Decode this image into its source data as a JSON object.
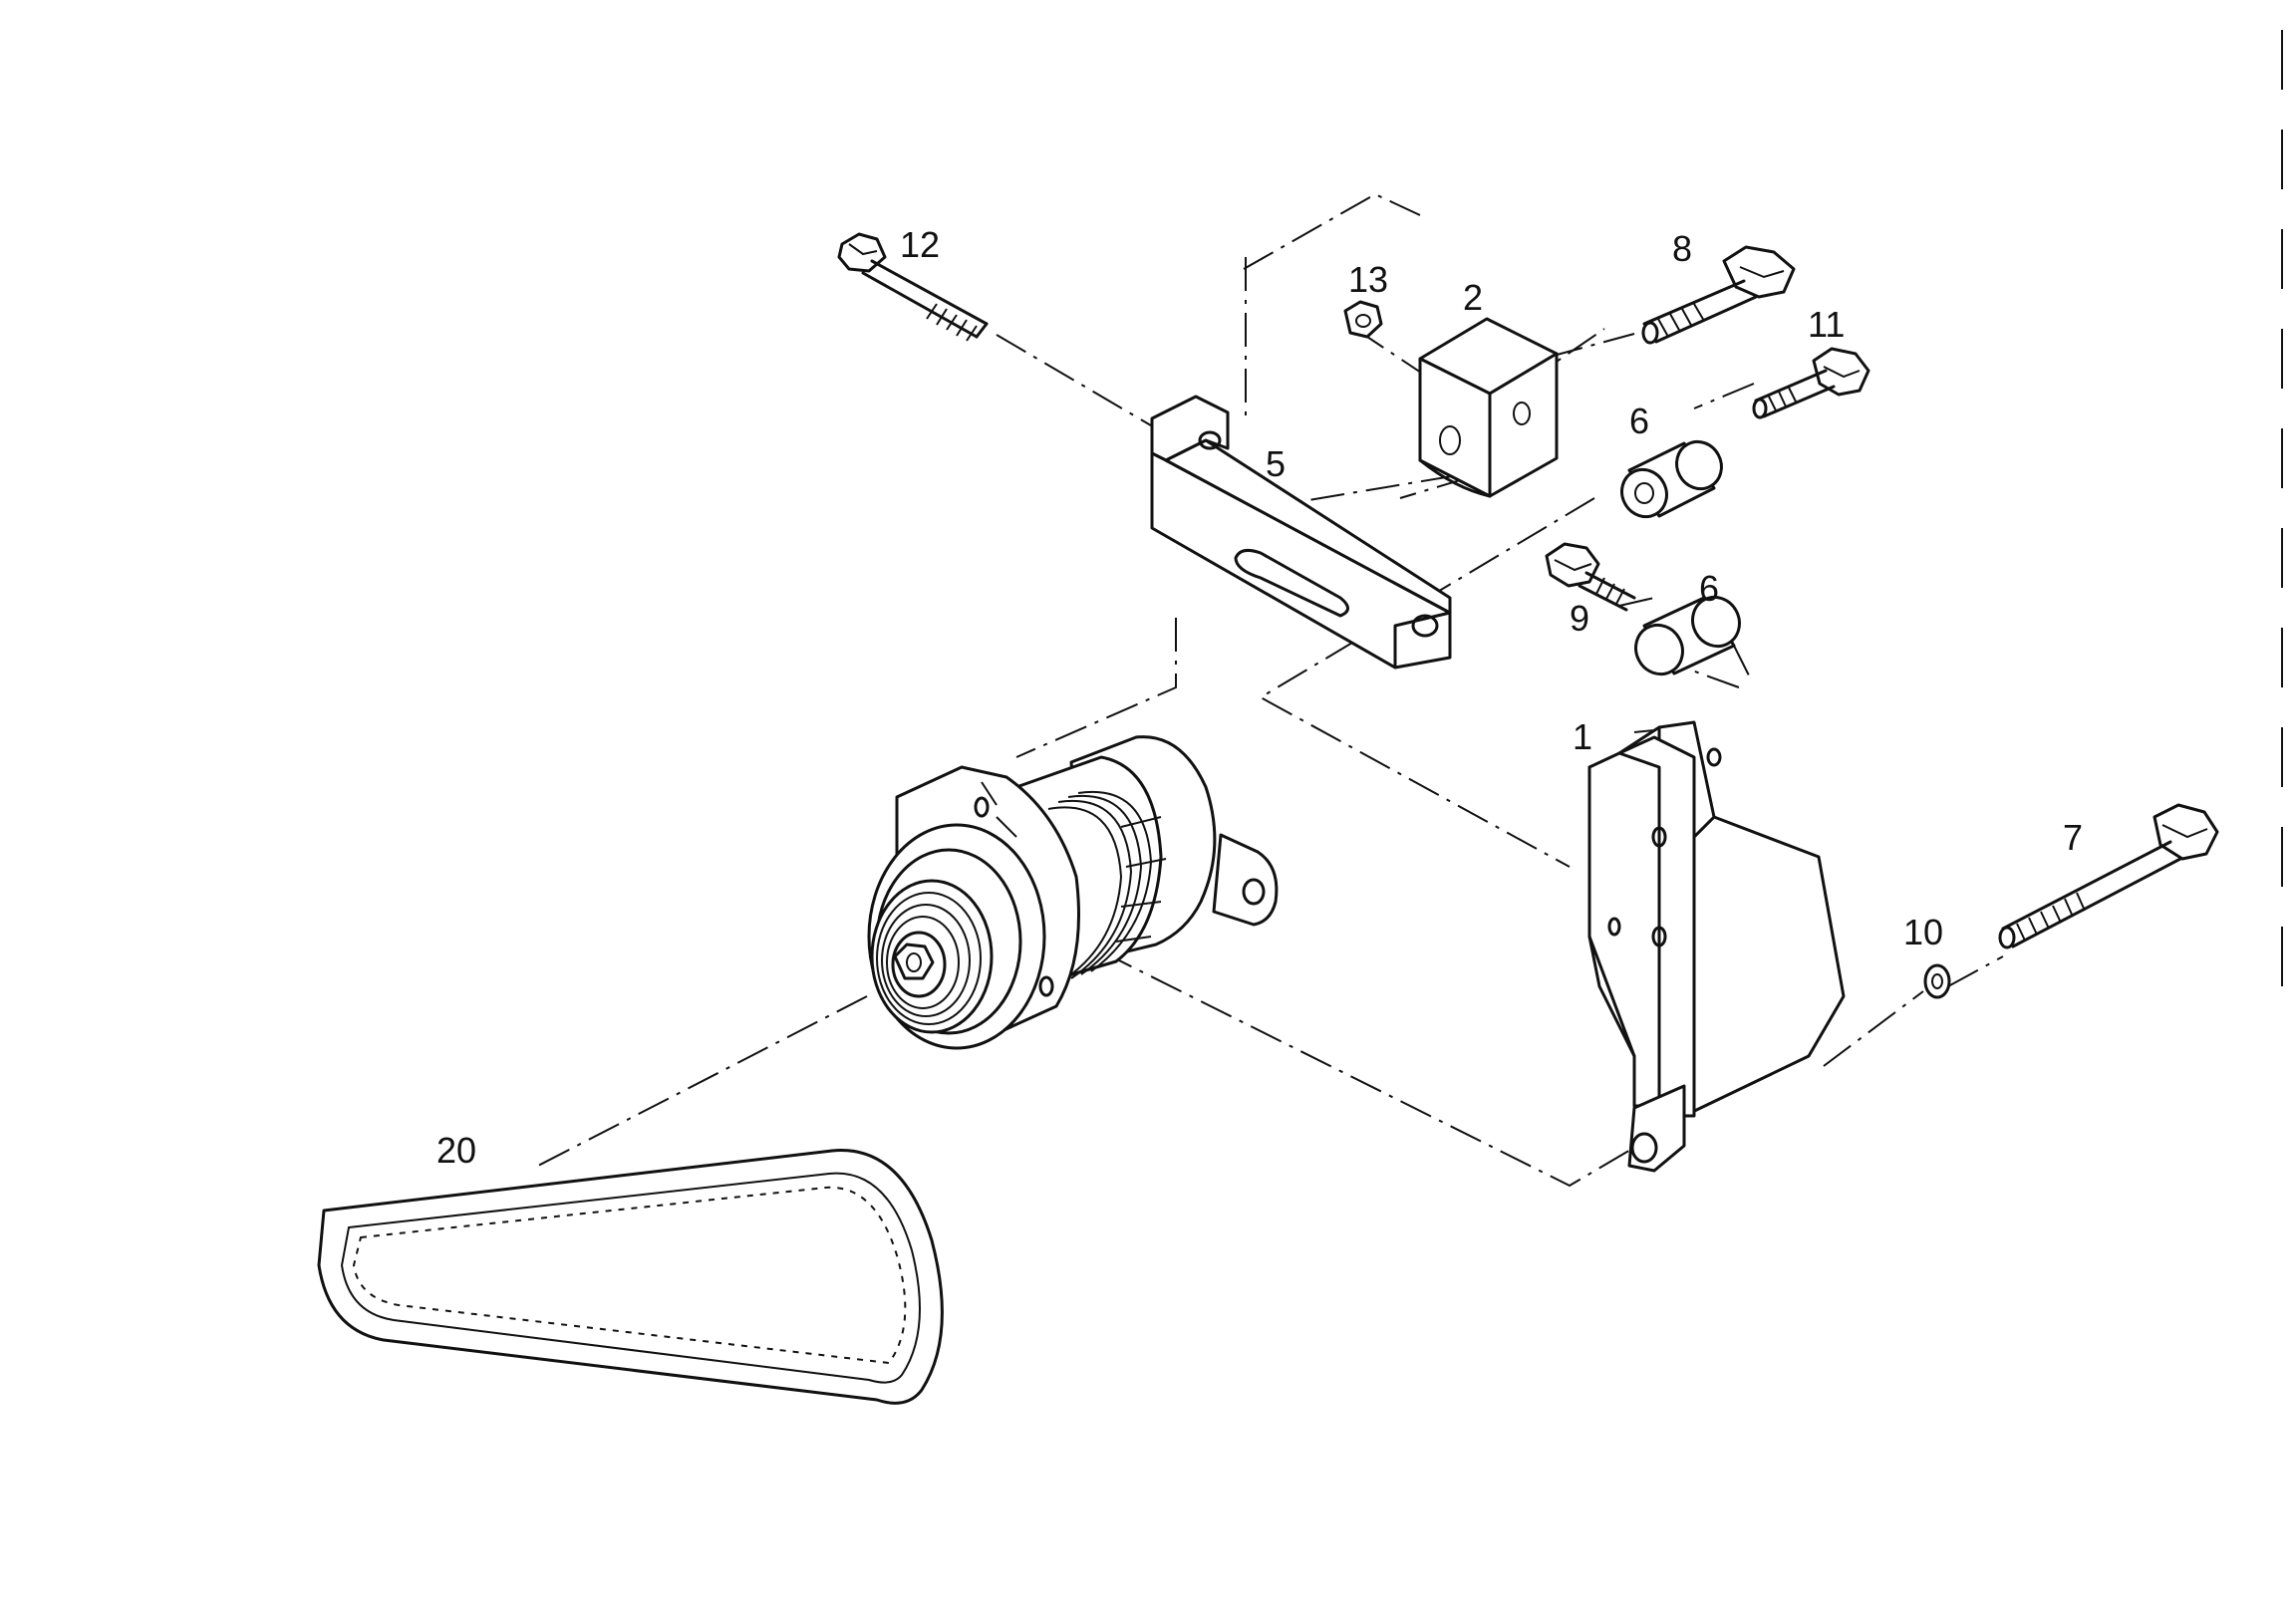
{
  "callouts": {
    "p1": "1",
    "p2": "2",
    "p5": "5",
    "p6a": "6",
    "p6b": "6",
    "p7": "7",
    "p8": "8",
    "p9": "9",
    "p10": "10",
    "p11": "11",
    "p12": "12",
    "p13": "13",
    "p20": "20"
  },
  "colors": {
    "line": "#111111",
    "background": "#ffffff"
  }
}
